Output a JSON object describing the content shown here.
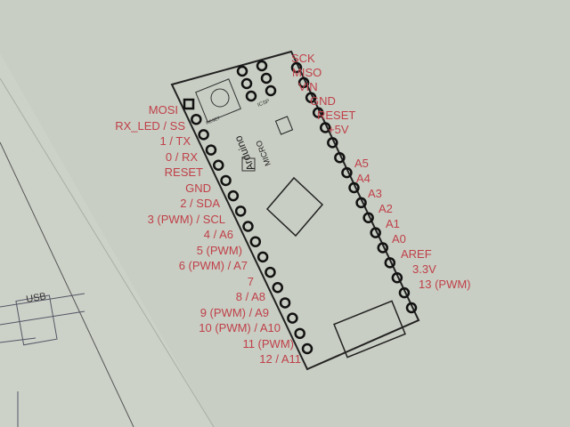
{
  "board": {
    "title": "Arduino",
    "subtitle": "MICRO",
    "reset_label": "RESET",
    "icsp_label": "ICSP"
  },
  "left_pins": [
    "MOSI",
    "RX_LED / SS",
    "1 / TX",
    "0 / RX",
    "RESET",
    "GND",
    "2 / SDA",
    "3 (PWM) / SCL",
    "4 / A6",
    "5 (PWM)",
    "6 (PWM) / A7",
    "7",
    "8 / A8",
    "9 (PWM) / A9",
    "10 (PWM) / A10",
    "11 (PWM)",
    "12 / A11"
  ],
  "right_pins": [
    "SCK",
    "MISO",
    "VIN",
    "GND",
    "RESET",
    "+5V",
    "A5",
    "A4",
    "A3",
    "A2",
    "A1",
    "A0",
    "AREF",
    "3.3V",
    "13 (PWM)"
  ],
  "schematic": {
    "usb_label": "USB"
  },
  "colors": {
    "label": "#c0404a",
    "paper": "#c8cec3"
  }
}
